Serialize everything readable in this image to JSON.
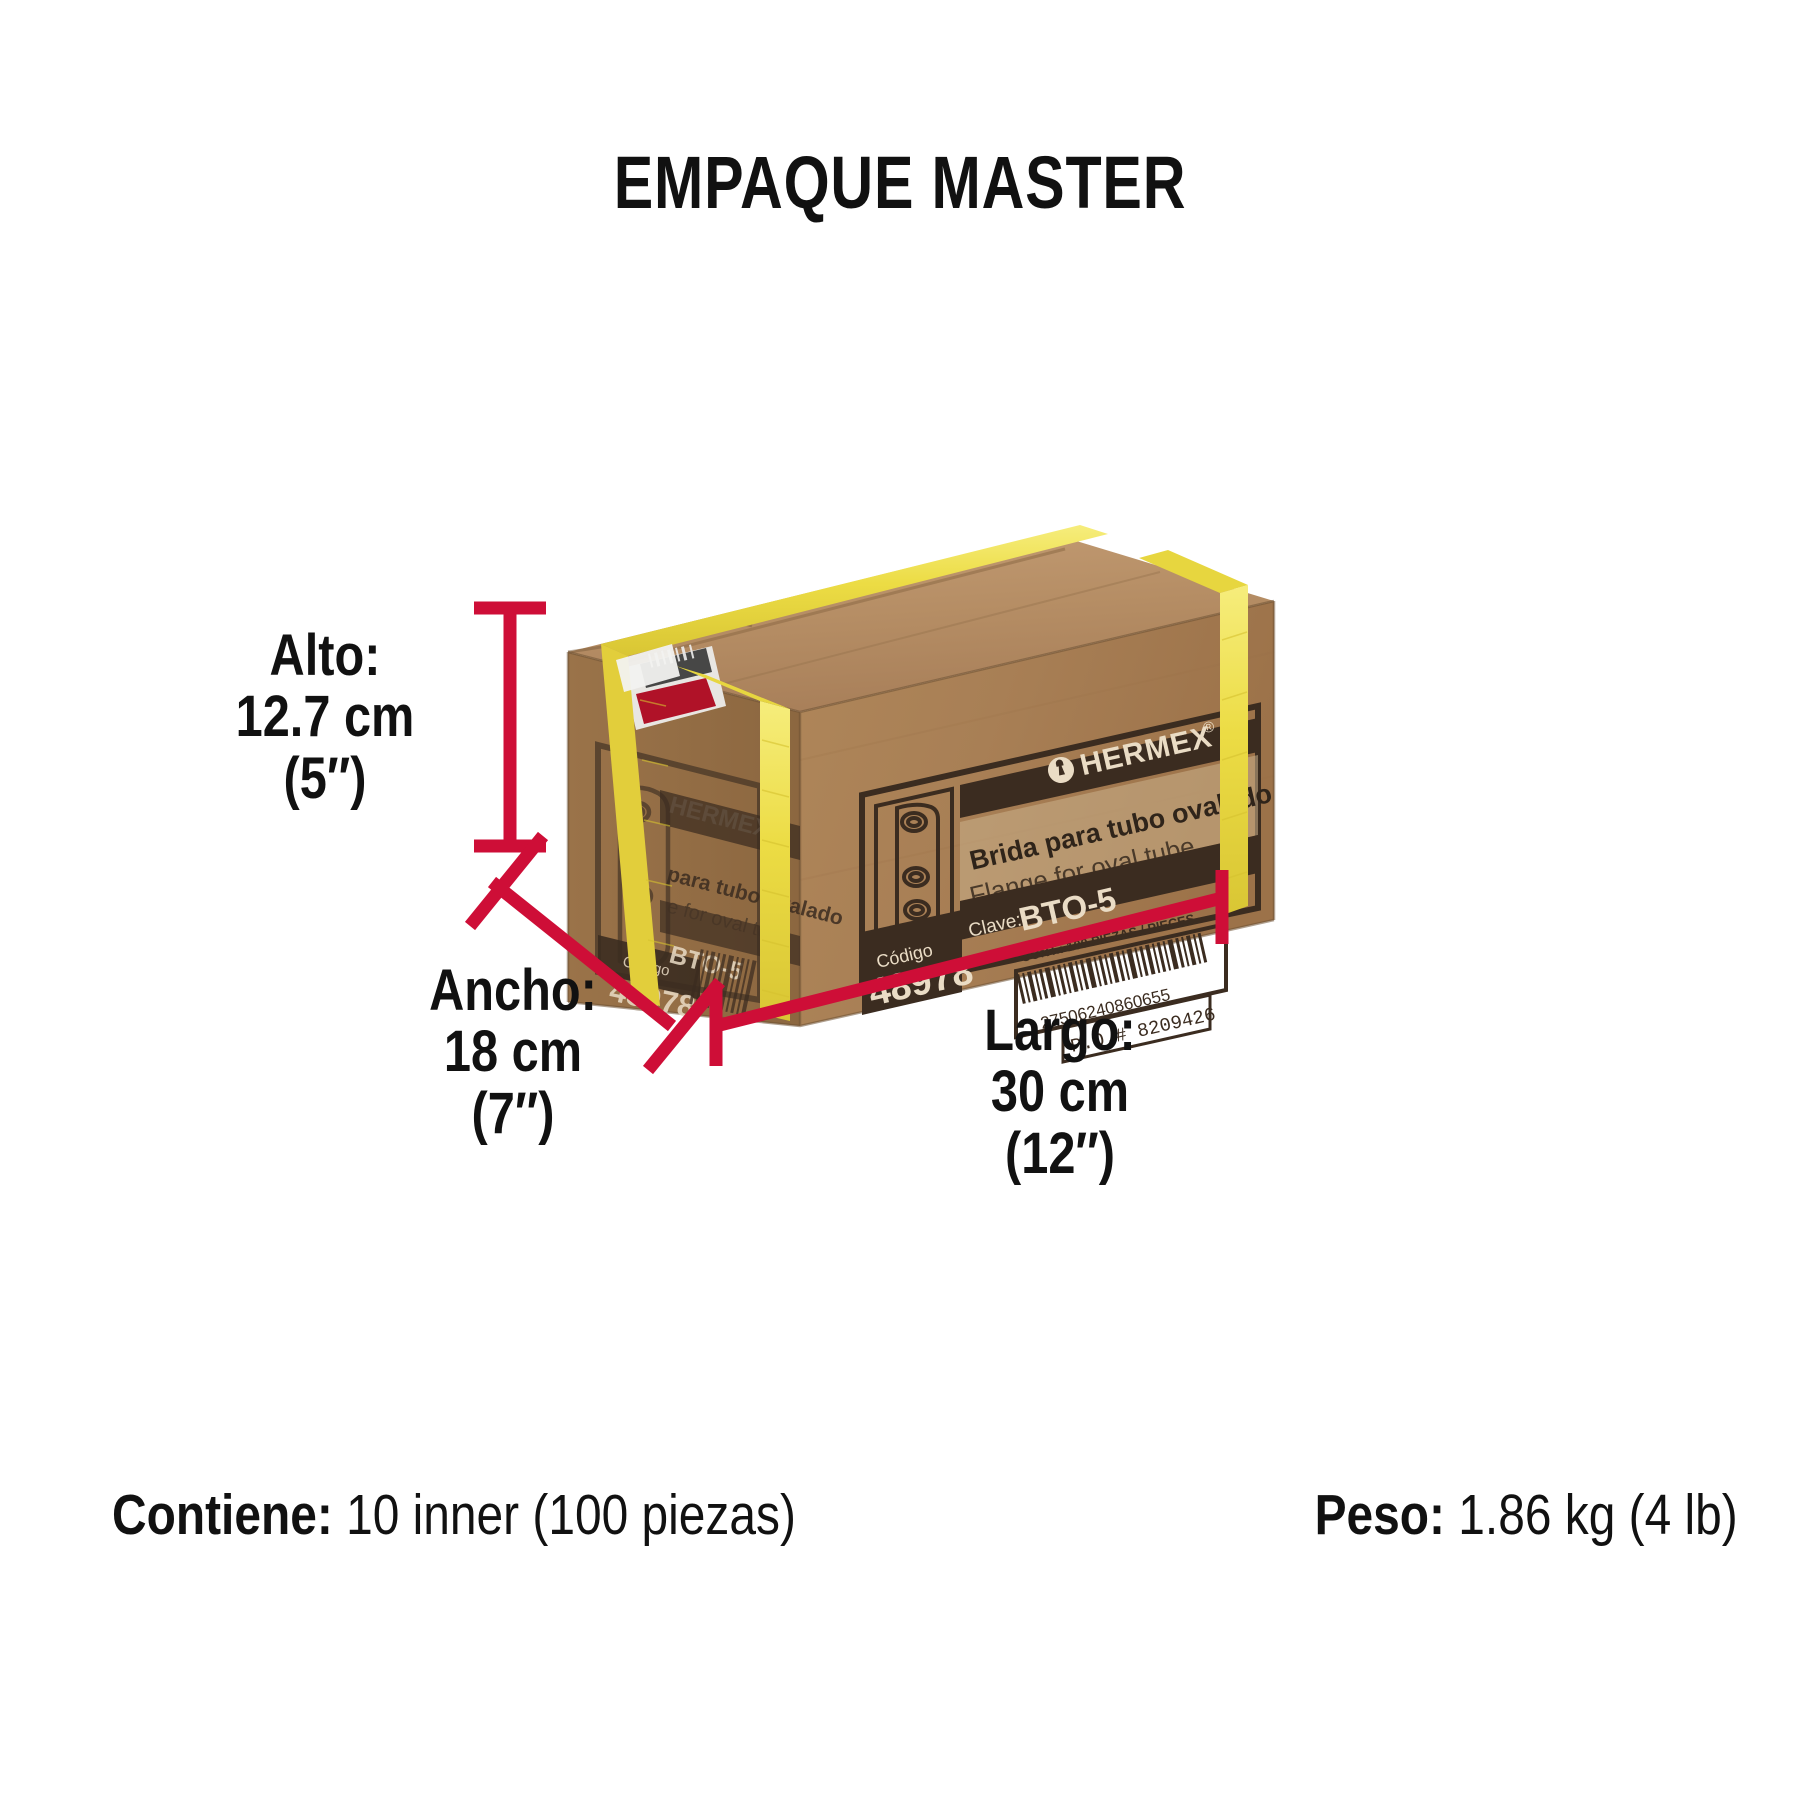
{
  "page": {
    "title": "EMPAQUE MASTER",
    "background": "#ffffff",
    "accent_red": "#CE0E37"
  },
  "dimensions": {
    "alto": {
      "label": "Alto:",
      "metric": "12.7 cm",
      "imperial": "(5″)"
    },
    "ancho": {
      "label": "Ancho:",
      "metric": "18 cm",
      "imperial": "(7″)"
    },
    "largo": {
      "label": "Largo:",
      "metric": "30 cm",
      "imperial": "(12″)"
    }
  },
  "footer": {
    "contiene_label": "Contiene:",
    "contiene_value": " 10 inner (100 piezas)",
    "peso_label": "Peso:",
    "peso_value": " 1.86 kg (4 lb)"
  },
  "product_box": {
    "carton_color": "#A8815A",
    "carton_top_color": "#B89069",
    "carton_side_color": "#8F6B48",
    "strap_color": "#EFE04A",
    "print_ink": "#3C2E22",
    "brand": "HERMEX",
    "brand_superscript": "®",
    "name_es": "Brida para tubo ovalado",
    "name_en": "Flange for oval tube",
    "clave_label": "Clave:",
    "clave_value": "BTO-5",
    "content_line": "CONT.: 100 PIEZAS / PIECES",
    "barcode_number": "27506240860655",
    "po_line": "P.O.# 8209426",
    "codigo_label": "Código",
    "codigo_value": "48978",
    "side_brand": "HERMEX®",
    "side_name_es": "para tubo ovalado",
    "side_name_en": "e for oval tube",
    "side_clave": "BTO-5",
    "side_codigo_label": "Código",
    "side_codigo_value": "48978"
  }
}
